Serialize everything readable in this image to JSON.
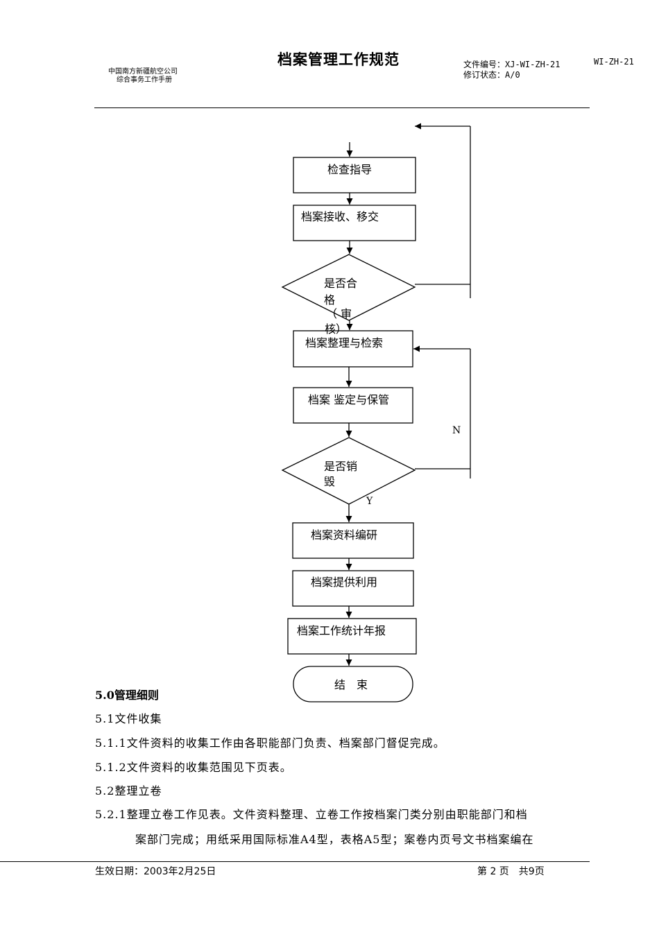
{
  "header": {
    "company_line1": "中国南方新疆航空公司",
    "company_line2": "综合事务工作手册",
    "title": "档案管理工作规范",
    "doc_number": "文件编号：XJ-WI-ZH-21",
    "doc_number_extra": "WI-ZH-21",
    "revision": "修订状态：A/0"
  },
  "flowchart": {
    "inspect_guide": "检查指导",
    "receive_transfer": "档案接收、移交",
    "qualified_q1": "是否合",
    "qualified_q2": "格",
    "qualified_q3": "（ 审",
    "qualified_q4": "核）",
    "organize_search": "档案整理与检索",
    "appraise_keep": "档案 鉴定与保管",
    "destroy_q1": "是否销",
    "destroy_q2": "毁",
    "label_n": "N",
    "label_y": "Y",
    "compile_research": "档案资料编研",
    "provide_use": "档案提供利用",
    "annual_report": "档案工作统计年报",
    "end": "结　束"
  },
  "body": {
    "section_title": "5.0管理细则",
    "p1": "5.1文件收集",
    "p2": "5.1.1文件资料的收集工作由各职能部门负责、档案部门督促完成。",
    "p3": "5.1.2文件资料的收集范围见下页表。",
    "p4": "5.2整理立卷",
    "p5": "5.2.1整理立卷工作见表。文件资料整理、立卷工作按档案门类分别由职能部门和档",
    "p6": "案部门完成；用纸采用国际标准A4型，表格A5型；案卷内页号文书档案编在"
  },
  "footer": {
    "effective_date": "生效日期：2003年2月25日",
    "page_info": "第 2 页　共9页"
  }
}
